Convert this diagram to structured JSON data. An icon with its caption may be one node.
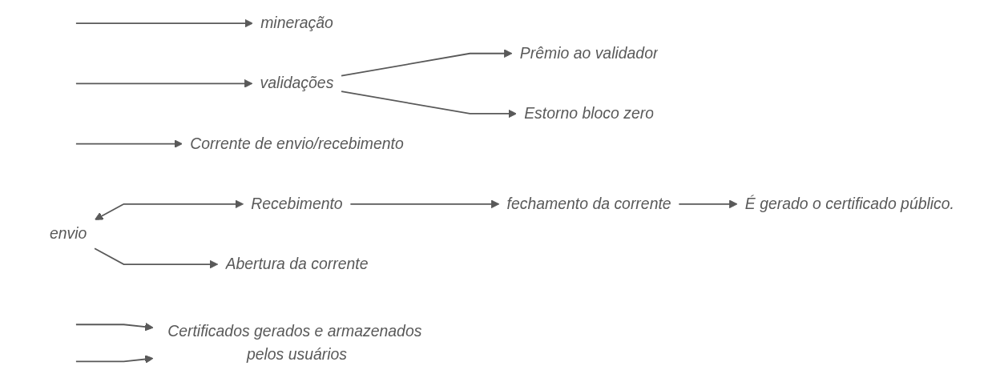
{
  "diagram": {
    "nodes": [
      {
        "text": [
          "É gerado o certificado público."
        ]
      },
      {
        "text": [
          "mineração"
        ]
      },
      {
        "text": [
          "validações"
        ]
      },
      {
        "text": [
          "Prêmio ao validador"
        ]
      },
      {
        "text": [
          "Corrente de envio/recebimento"
        ]
      },
      {
        "text": [
          "Estorno bloco zero"
        ]
      },
      {
        "text": [
          "envio"
        ]
      },
      {
        "text": [
          "Recebimento"
        ]
      },
      {
        "text": [
          "Abertura da corrente"
        ]
      },
      {
        "text": [
          "fechamento da corrente"
        ]
      },
      {
        "text": [
          "Certificados gerados e armazenados pelos usuários"
        ]
      }
    ],
    "edges": [
      {
        "from": 6,
        "to": 7,
        "arrow": "both"
      },
      {
        "from": null,
        "to": 4,
        "arrow": "to"
      },
      {
        "from": null,
        "to": 2,
        "arrow": "to"
      },
      {
        "from": null,
        "to": 1,
        "arrow": "to"
      },
      {
        "from": 2,
        "to": 3,
        "arrow": "to"
      },
      {
        "from": 2,
        "to": 5,
        "arrow": "to"
      },
      {
        "from": null,
        "to": 10,
        "arrow": "to"
      },
      {
        "from": null,
        "to": 10,
        "arrow": "to"
      },
      {
        "from": 6,
        "to": 8,
        "arrow": "to"
      },
      {
        "from": 7,
        "to": 9,
        "arrow": "to"
      },
      {
        "from": 9,
        "to": 0,
        "arrow": "to"
      }
    ]
  }
}
